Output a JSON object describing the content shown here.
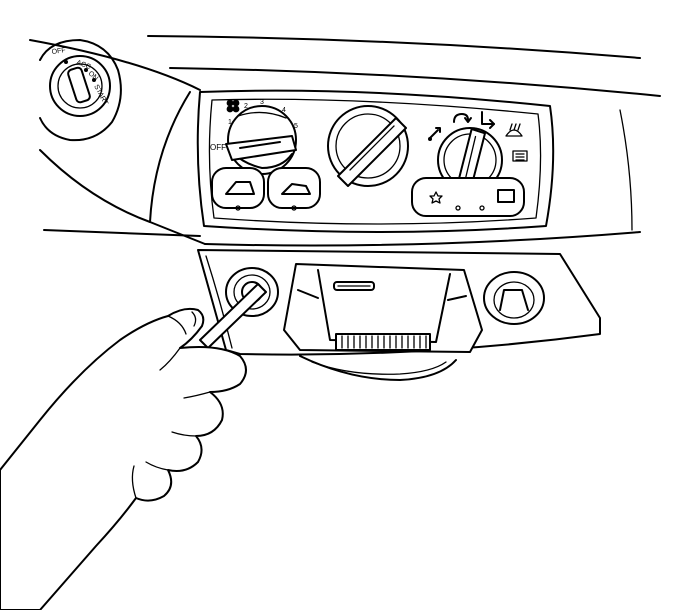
{
  "ignition": {
    "off": "OFF",
    "acc": "ACC",
    "on": "ON",
    "start": "START"
  },
  "fan_knob": {
    "off": "OFF",
    "speeds": [
      "1",
      "2",
      "3",
      "4",
      "5"
    ]
  },
  "icons": {
    "fan": "fan-icon",
    "vent": "vent-icon",
    "floor": "floor-icon",
    "defrost": "defrost-icon",
    "rear_defrost": "rear-defrost-icon",
    "recirculation": "recirculation-icon",
    "fresh_air": "fresh-air-icon"
  },
  "colors": {
    "line": "#000000",
    "background": "#ffffff"
  }
}
